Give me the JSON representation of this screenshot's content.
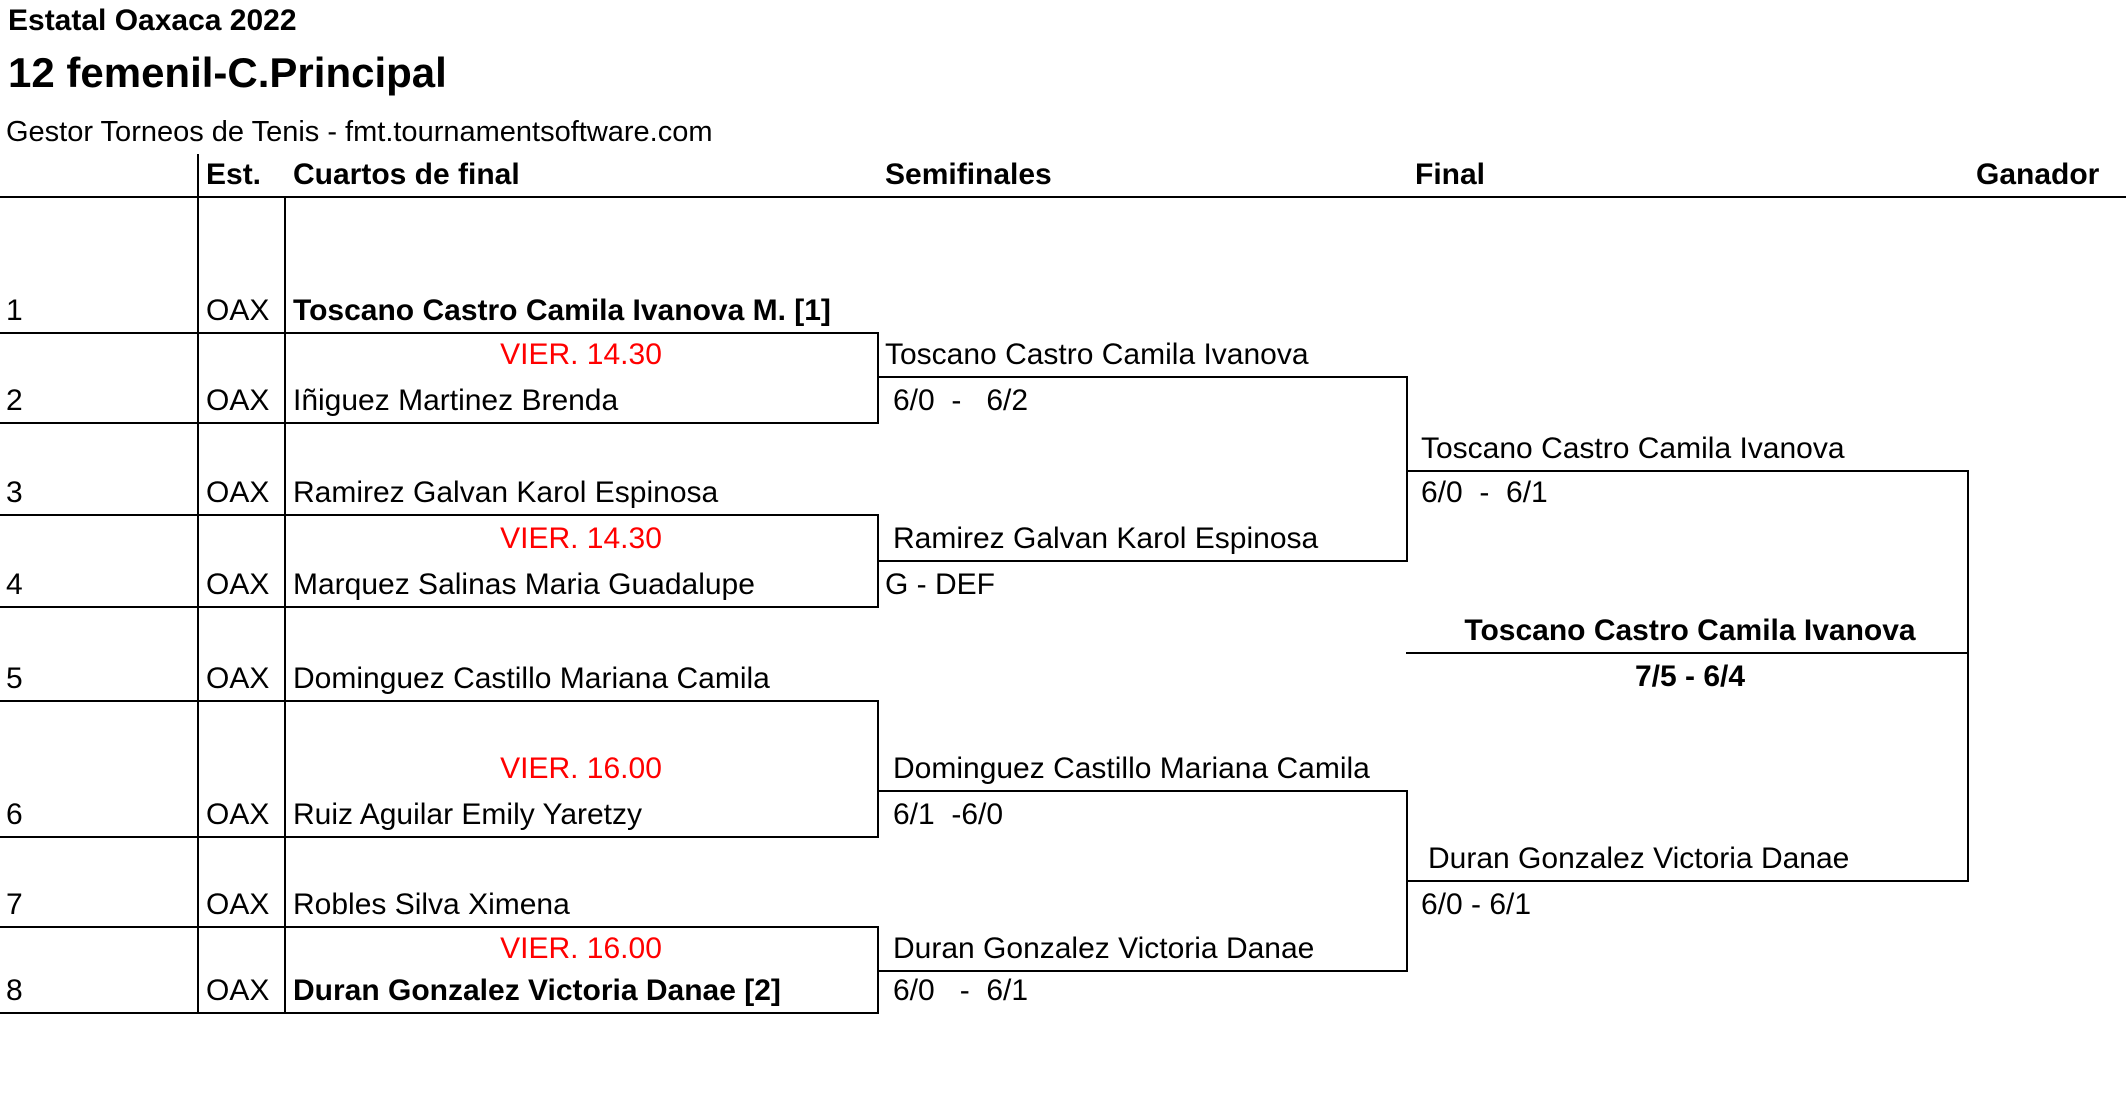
{
  "header": {
    "event": "Estatal Oaxaca 2022",
    "draw": "12 femenil-C.Principal",
    "source": "Gestor Torneos de Tenis - fmt.tournamentsoftware.com"
  },
  "columns": {
    "est": "Est.",
    "quarterfinals": "Cuartos de final",
    "semifinals": "Semifinales",
    "final": "Final",
    "winner": "Ganador"
  },
  "entries": [
    {
      "seed_no": "1",
      "state": "OAX",
      "name": "Toscano Castro Camila Ivanova M. [1]"
    },
    {
      "seed_no": "2",
      "state": "OAX",
      "name": "Iñiguez Martinez Brenda"
    },
    {
      "seed_no": "3",
      "state": "OAX",
      "name": "Ramirez Galvan Karol Espinosa"
    },
    {
      "seed_no": "4",
      "state": "OAX",
      "name": "Marquez Salinas Maria Guadalupe"
    },
    {
      "seed_no": "5",
      "state": "OAX",
      "name": "Dominguez Castillo Mariana Camila"
    },
    {
      "seed_no": "6",
      "state": "OAX",
      "name": "Ruiz Aguilar Emily Yaretzy"
    },
    {
      "seed_no": "7",
      "state": "OAX",
      "name": "Robles Silva Ximena"
    },
    {
      "seed_no": "8",
      "state": "OAX",
      "name": "Duran Gonzalez Victoria Danae [2]"
    }
  ],
  "schedules": [
    "VIER. 14.30",
    "VIER. 14.30",
    "VIER. 16.00",
    "VIER. 16.00"
  ],
  "semifinals": [
    {
      "name": "Toscano Castro Camila Ivanova",
      "score": "6/0  -   6/2"
    },
    {
      "name": "Ramirez Galvan Karol Espinosa",
      "score": "G - DEF"
    },
    {
      "name": "Dominguez Castillo Mariana Camila",
      "score": "6/1  -6/0"
    },
    {
      "name": "Duran Gonzalez Victoria Danae",
      "score": "6/0   -  6/1"
    }
  ],
  "final": [
    {
      "name": "Toscano Castro Camila Ivanova",
      "score": "6/0  -  6/1"
    },
    {
      "name": "Duran Gonzalez Victoria Danae",
      "score": "6/0 - 6/1"
    }
  ],
  "winner": {
    "name": "Toscano Castro Camila Ivanova",
    "score": "7/5 - 6/4"
  },
  "colors": {
    "schedule": "#ff0000",
    "text": "#000000"
  }
}
